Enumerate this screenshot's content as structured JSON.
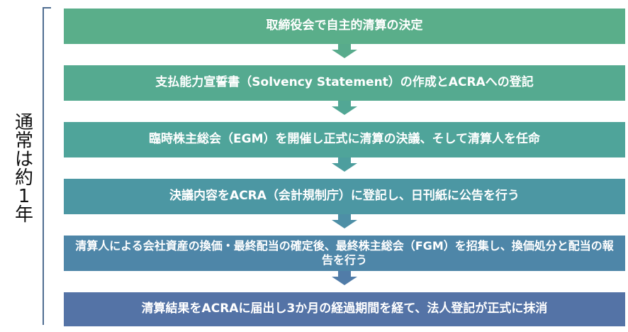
{
  "side_label": {
    "chars": [
      "通",
      "常",
      "は",
      "約",
      "1",
      "年"
    ]
  },
  "steps": [
    {
      "text": "取締役会で自主的清算の決定",
      "color": "#5aae8a"
    },
    {
      "text": "支払能力宣誓書（Solvency Statement）の作成とACRAへの登記",
      "color": "#55aa90"
    },
    {
      "text": "臨時株主総会（EGM）を開催し正式に清算の決議、そして清算人を任命",
      "color": "#4fa49a"
    },
    {
      "text": "決議内容をACRA（会計規制庁）に登記し、日刊紙に公告を行う",
      "color": "#4c97a3"
    },
    {
      "text": "清算人による会社資産の換価・最終配当の確定後、最終株主総会（FGM）を招集し、換価処分と配当の報告を行う",
      "color": "#4e86a8"
    },
    {
      "text": "清算結果をACRAに届出し3か月の経過期間を経て、法人登記が正式に抹消",
      "color": "#5473a6"
    }
  ],
  "arrow_colors": [
    "#58ab8c",
    "#52a795",
    "#4d9e9e",
    "#4d8fa6",
    "#517ca8"
  ]
}
